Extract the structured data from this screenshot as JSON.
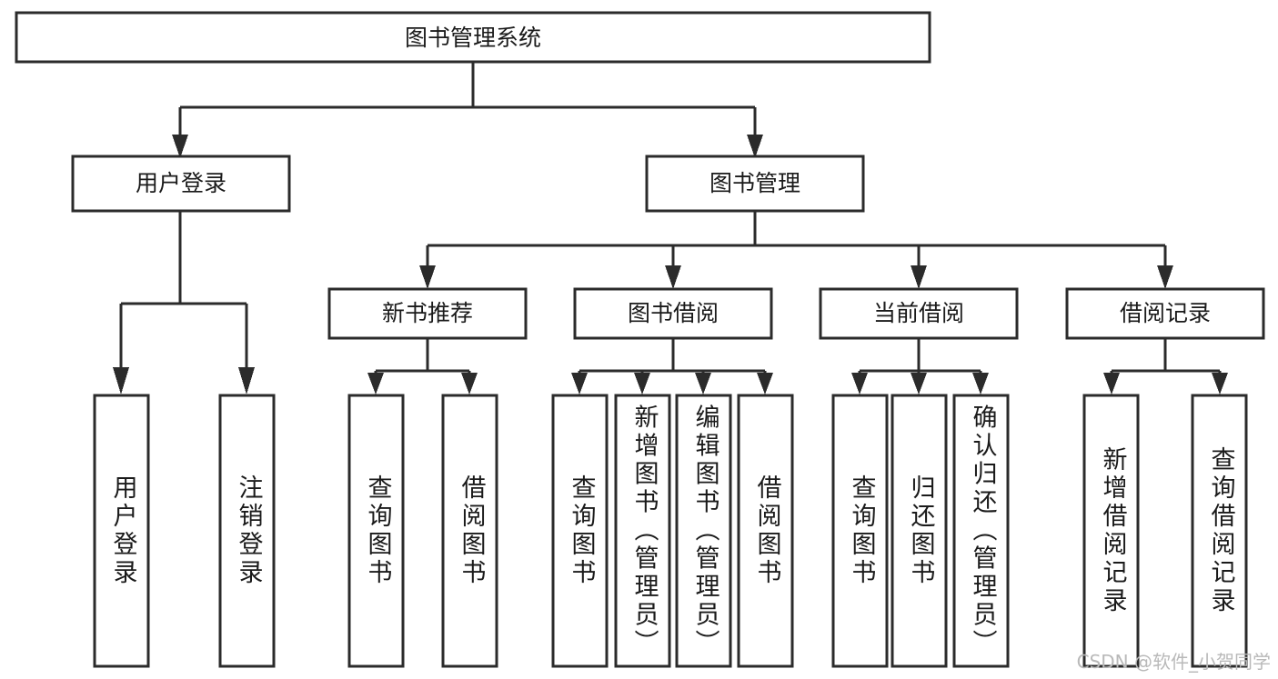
{
  "diagram": {
    "type": "tree-hierarchy",
    "title": "图书管理系统",
    "watermark": "CSDN @软件_小贺同学",
    "colors": {
      "stroke": "#2b2b2b",
      "fill": "#ffffff",
      "text": "#1a1a1a",
      "watermark": "#b9b9b9",
      "background": "#ffffff"
    },
    "levels": [
      {
        "level": 1,
        "nodes": [
          {
            "id": "root",
            "label": "图书管理系统",
            "orientation": "horizontal"
          }
        ]
      },
      {
        "level": 2,
        "nodes": [
          {
            "id": "user-login",
            "label": "用户登录",
            "orientation": "horizontal",
            "parent": "root"
          },
          {
            "id": "book-manage",
            "label": "图书管理",
            "orientation": "horizontal",
            "parent": "root"
          }
        ]
      },
      {
        "level": 3,
        "nodes": [
          {
            "id": "new-book-rec",
            "label": "新书推荐",
            "orientation": "horizontal",
            "parent": "book-manage"
          },
          {
            "id": "book-borrow",
            "label": "图书借阅",
            "orientation": "horizontal",
            "parent": "book-manage"
          },
          {
            "id": "current-borrow",
            "label": "当前借阅",
            "orientation": "horizontal",
            "parent": "book-manage"
          },
          {
            "id": "borrow-record",
            "label": "借阅记录",
            "orientation": "horizontal",
            "parent": "book-manage"
          }
        ]
      },
      {
        "level": 4,
        "nodes": [
          {
            "id": "leaf-user-login",
            "label": "用户登录",
            "orientation": "vertical",
            "parent": "user-login"
          },
          {
            "id": "leaf-logout",
            "label": "注销登录",
            "orientation": "vertical",
            "parent": "user-login"
          },
          {
            "id": "leaf-query-book-1",
            "label": "查询图书",
            "orientation": "vertical",
            "parent": "new-book-rec"
          },
          {
            "id": "leaf-borrow-book-1",
            "label": "借阅图书",
            "orientation": "vertical",
            "parent": "new-book-rec"
          },
          {
            "id": "leaf-query-book-2",
            "label": "查询图书",
            "orientation": "vertical",
            "parent": "book-borrow"
          },
          {
            "id": "leaf-add-book",
            "label": "新增图书（管理员）",
            "orientation": "vertical",
            "parent": "book-borrow"
          },
          {
            "id": "leaf-edit-book",
            "label": "编辑图书（管理员）",
            "orientation": "vertical",
            "parent": "book-borrow"
          },
          {
            "id": "leaf-borrow-book-2",
            "label": "借阅图书",
            "orientation": "vertical",
            "parent": "book-borrow"
          },
          {
            "id": "leaf-query-book-3",
            "label": "查询图书",
            "orientation": "vertical",
            "parent": "current-borrow"
          },
          {
            "id": "leaf-return-book",
            "label": "归还图书",
            "orientation": "vertical",
            "parent": "current-borrow"
          },
          {
            "id": "leaf-confirm-return",
            "label": "确认归还（管理员）",
            "orientation": "vertical",
            "parent": "current-borrow"
          },
          {
            "id": "leaf-add-record",
            "label": "新增借阅记录",
            "orientation": "vertical",
            "parent": "borrow-record"
          },
          {
            "id": "leaf-query-record",
            "label": "查询借阅记录",
            "orientation": "vertical",
            "parent": "borrow-record"
          }
        ]
      }
    ],
    "labels": {
      "root": "图书管理系统",
      "user_login": "用户登录",
      "book_manage": "图书管理",
      "new_book_rec": "新书推荐",
      "book_borrow": "图书借阅",
      "current_borrow": "当前借阅",
      "borrow_record": "借阅记录",
      "leaf_user_login": "用户登录",
      "leaf_logout": "注销登录",
      "leaf_query_book_1": "查询图书",
      "leaf_borrow_book_1": "借阅图书",
      "leaf_query_book_2": "查询图书",
      "leaf_add_book": "新增图书（管理员）",
      "leaf_edit_book": "编辑图书（管理员）",
      "leaf_borrow_book_2": "借阅图书",
      "leaf_query_book_3": "查询图书",
      "leaf_return_book": "归还图书",
      "leaf_confirm_return": "确认归还（管理员）",
      "leaf_add_record": "新增借阅记录",
      "leaf_query_record": "查询借阅记录"
    }
  }
}
